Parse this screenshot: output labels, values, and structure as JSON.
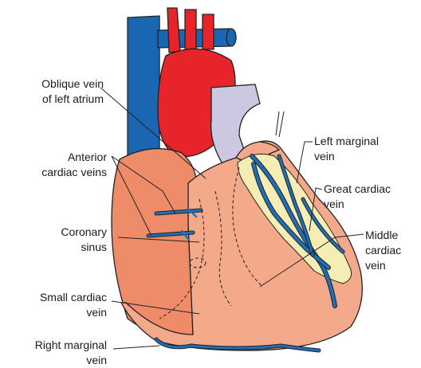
{
  "labels": {
    "oblique_vein": [
      "Oblique vein",
      "of left atrium"
    ],
    "anterior_cardiac_veins": [
      "Anterior",
      "cardiac veins"
    ],
    "coronary_sinus": [
      "Coronary",
      "sinus"
    ],
    "small_cardiac_vein": [
      "Small cardiac",
      "vein"
    ],
    "right_marginal_vein": [
      "Right marginal",
      "vein"
    ],
    "left_marginal_vein": [
      "Left marginal",
      "vein"
    ],
    "great_cardiac_vein": [
      "Great cardiac",
      "vein"
    ],
    "middle_cardiac_vein": [
      "Middle",
      "cardiac",
      "vein"
    ]
  },
  "colors": {
    "heart_fill": "#f4a98a",
    "heart_shadow": "#ee8c6a",
    "aorta": "#e8242b",
    "vena_cava": "#1a66b2",
    "pulmonary_trunk": "#cdc8e2",
    "fat": "#f6edb4",
    "vein": "#1f6fb8",
    "outline": "#222222"
  }
}
